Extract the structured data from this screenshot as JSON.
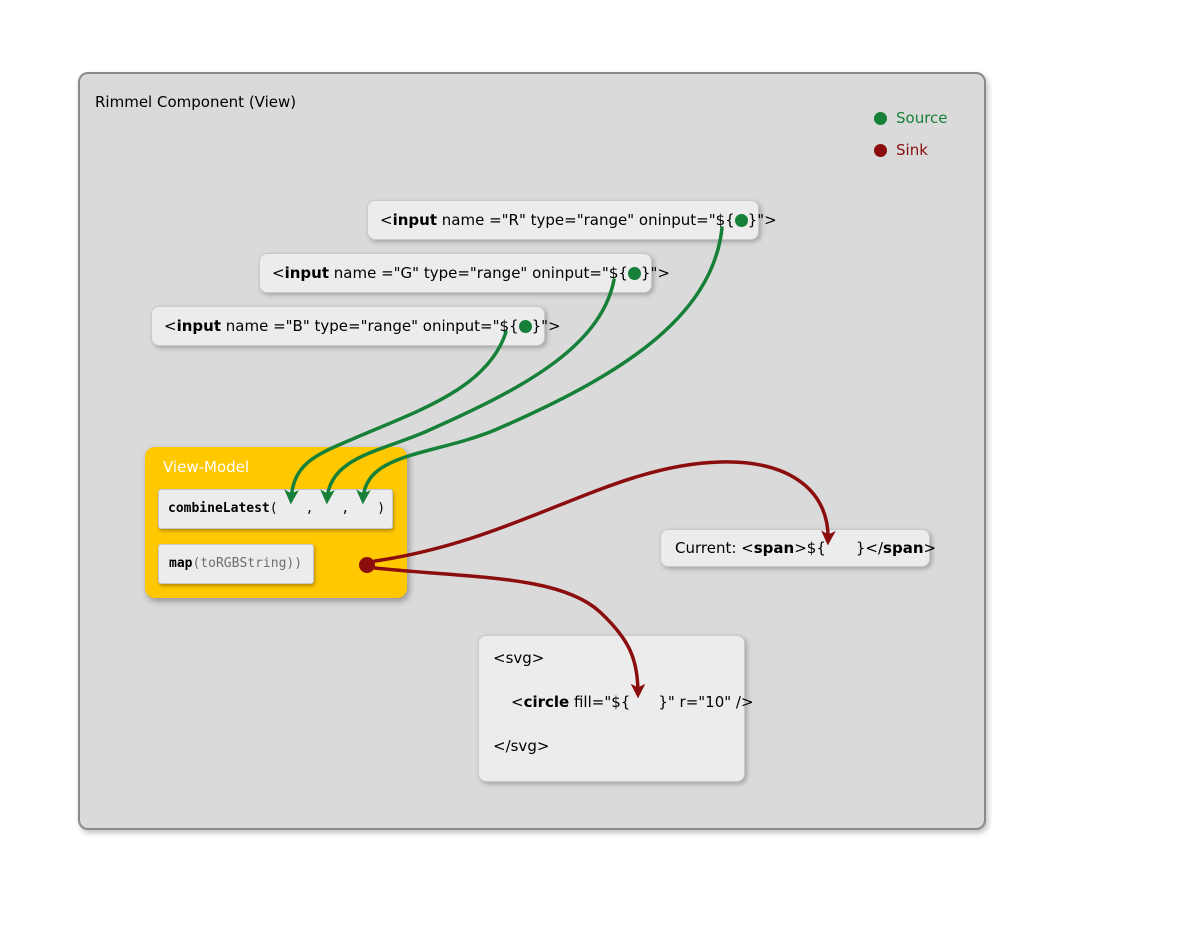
{
  "diagram": {
    "title": "Rimmel Component (View)",
    "legend": {
      "source_label": "Source",
      "sink_label": "Sink"
    },
    "colors": {
      "source-color": "#168039",
      "sink-color": "#8b0d0d",
      "frame-bg": "#dadada",
      "box-bg": "#ececec",
      "vm-bg": "#ffc800"
    },
    "inputs": [
      {
        "pre": "<",
        "tag": "input",
        "mid": " name =\"R\" type=\"range\" oninput=\"${",
        "post": "}\">"
      },
      {
        "pre": "<",
        "tag": "input",
        "mid": " name =\"G\" type=\"range\" oninput=\"${",
        "post": "}\">"
      },
      {
        "pre": "<",
        "tag": "input",
        "mid": " name =\"B\" type=\"range\" oninput=\"${",
        "post": "}\">"
      }
    ],
    "view_model": {
      "label": "View-Model",
      "combine_fn": "combineLatest",
      "combine_open": "(",
      "comma": ",",
      "combine_close": ")",
      "map_fn": "map",
      "map_args": "(toRGBString))"
    },
    "current": {
      "pre": "Current: <",
      "span_open": "span",
      "mid": ">${",
      "end": "}</",
      "span_close": "span",
      "post": ">"
    },
    "svg_box": {
      "line1": "<svg>",
      "line2_pre": "<",
      "line2_tag": "circle",
      "line2_mid": " fill=\"${",
      "line2_post": "}\" r=\"10\" />",
      "line3": "</svg>"
    }
  }
}
